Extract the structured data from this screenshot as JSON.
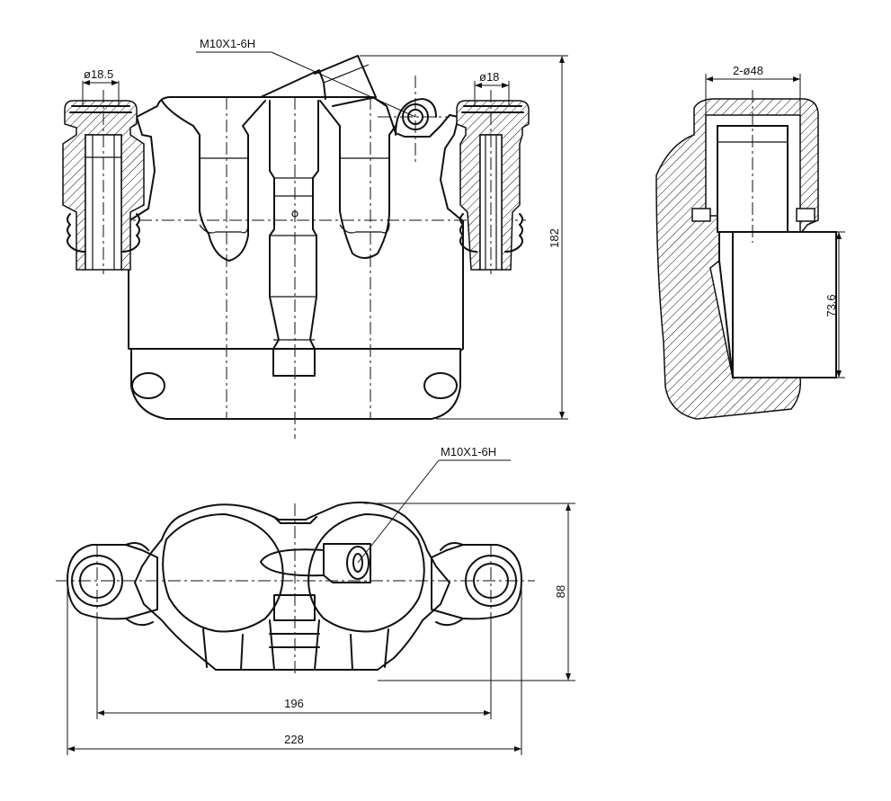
{
  "labels": {
    "thread_top": "M10X1-6H",
    "thread_bottom": "M10X1-6H",
    "pin_left_dia": "ø18.5",
    "pin_right_dia": "ø18",
    "piston_dia": "2-ø48",
    "height_total": "182",
    "piston_depth": "73.6",
    "height_bottom": "88",
    "mount_spacing": "196",
    "overall_width": "228"
  }
}
